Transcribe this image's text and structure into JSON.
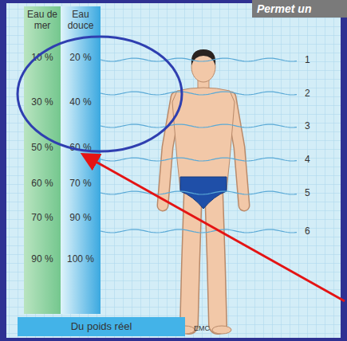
{
  "diagram": {
    "nodes": [
      {
        "text": [
          "Permet un"
        ]
      },
      {
        "text": [
          "Eau de mer",
          "10 %",
          "30 %",
          "50 %",
          "60 %",
          "70 %",
          "90 %"
        ]
      },
      {
        "text": [
          "Eau douce",
          "20 %",
          "40 %",
          "60 %",
          "70 %",
          "90 %",
          "100 %"
        ]
      },
      {
        "text": [
          "Du poids réel"
        ]
      }
    ],
    "labels": [
      "1",
      "2",
      "3",
      "4",
      "5",
      "6",
      "EMC"
    ]
  }
}
